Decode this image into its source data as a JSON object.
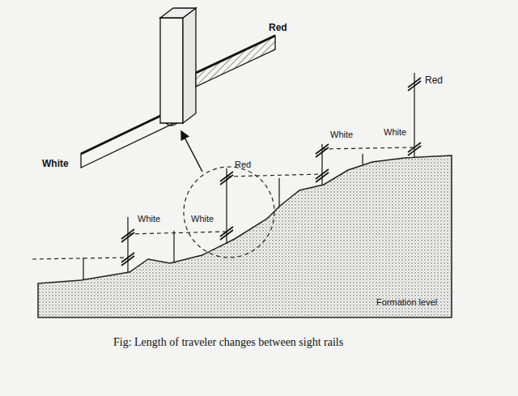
{
  "diagram": {
    "caption": "Fig: Length of traveler changes between sight rails",
    "labels": [
      "Red",
      "Red",
      "White",
      "White",
      "White",
      "Red",
      "White",
      "White",
      "Formation level"
    ]
  }
}
